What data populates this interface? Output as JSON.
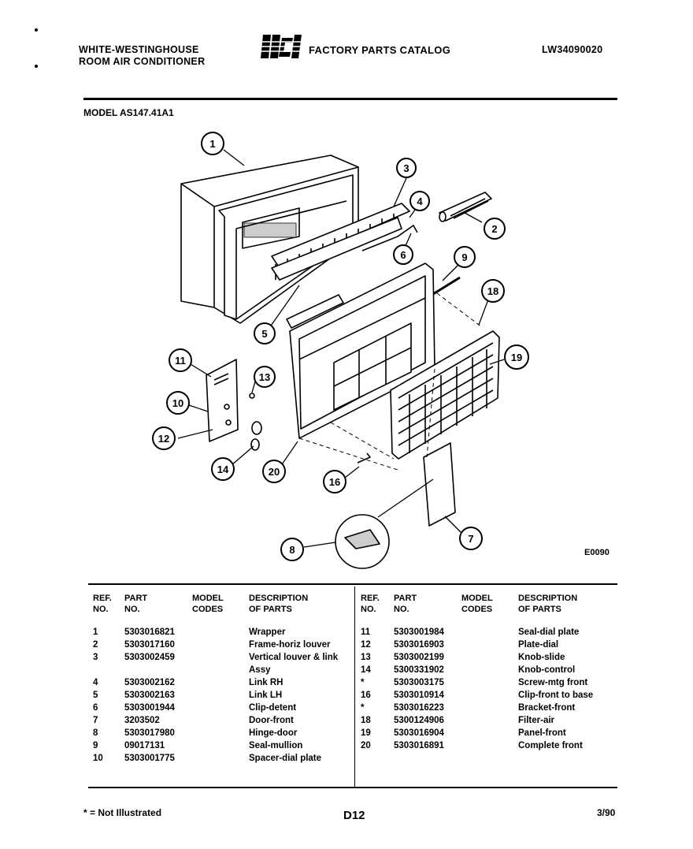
{
  "header": {
    "brand_line1": "WHITE-WESTINGHOUSE",
    "brand_line2": "ROOM AIR CONDITIONER",
    "logo_text": "WCI",
    "catalog_title": "FACTORY PARTS CATALOG",
    "catalog_code": "LW34090020"
  },
  "model_label": "MODEL AS147.41A1",
  "diagram_code": "E0090",
  "callouts": [
    "1",
    "2",
    "3",
    "4",
    "5",
    "6",
    "7",
    "8",
    "9",
    "10",
    "11",
    "12",
    "13",
    "14",
    "16",
    "18",
    "19",
    "20"
  ],
  "table": {
    "headers": {
      "ref": [
        "REF.",
        "NO."
      ],
      "part": [
        "PART",
        "NO."
      ],
      "model": [
        "MODEL",
        "CODES"
      ],
      "desc": [
        "DESCRIPTION",
        "OF PARTS"
      ]
    },
    "left_rows": [
      {
        "ref": "1",
        "part": "5303016821",
        "desc": "Wrapper"
      },
      {
        "ref": "2",
        "part": "5303017160",
        "desc": "Frame-horiz louver"
      },
      {
        "ref": "3",
        "part": "5303002459",
        "desc": "Vertical louver & link"
      },
      {
        "ref": "",
        "part": "",
        "desc": "Assy"
      },
      {
        "ref": "4",
        "part": "5303002162",
        "desc": "Link RH"
      },
      {
        "ref": "5",
        "part": "5303002163",
        "desc": "Link LH"
      },
      {
        "ref": "6",
        "part": "5303001944",
        "desc": "Clip-detent"
      },
      {
        "ref": "7",
        "part": "3203502",
        "desc": "Door-front"
      },
      {
        "ref": "8",
        "part": "5303017980",
        "desc": "Hinge-door"
      },
      {
        "ref": "9",
        "part": "09017131",
        "desc": "Seal-mullion"
      },
      {
        "ref": "10",
        "part": "5303001775",
        "desc": "Spacer-dial plate"
      }
    ],
    "right_rows": [
      {
        "ref": "11",
        "part": "5303001984",
        "desc": "Seal-dial plate"
      },
      {
        "ref": "12",
        "part": "5303016903",
        "desc": "Plate-dial"
      },
      {
        "ref": "13",
        "part": "5303002199",
        "desc": "Knob-slide"
      },
      {
        "ref": "14",
        "part": "5300331902",
        "desc": "Knob-control"
      },
      {
        "ref": "*",
        "part": "5303003175",
        "desc": "Screw-mtg front"
      },
      {
        "ref": "16",
        "part": "5303010914",
        "desc": "Clip-front to base"
      },
      {
        "ref": "*",
        "part": "5303016223",
        "desc": "Bracket-front"
      },
      {
        "ref": "18",
        "part": "5300124906",
        "desc": "Filter-air"
      },
      {
        "ref": "19",
        "part": "5303016904",
        "desc": "Panel-front"
      },
      {
        "ref": "20",
        "part": "5303016891",
        "desc": "Complete front"
      }
    ]
  },
  "footer": {
    "note": "* = Not Illustrated",
    "page": "D12",
    "date": "3/90"
  }
}
